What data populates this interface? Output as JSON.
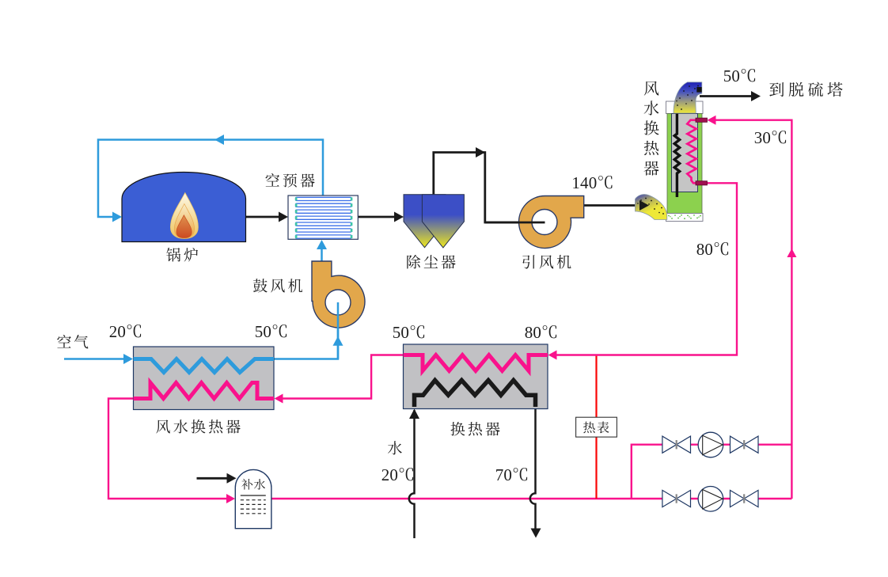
{
  "diagram": {
    "type": "process-flow",
    "subject": "boiler flue-gas waste-heat recovery system",
    "background": "#ffffff",
    "components": {
      "boiler": {
        "label": "锅炉"
      },
      "air_preheater": {
        "label": "空预器"
      },
      "dust_collector": {
        "label": "除尘器"
      },
      "induced_draft_fan": {
        "label": "引风机"
      },
      "forced_draft_fan": {
        "label": "鼓风机"
      },
      "gas_water_tower": {
        "label": "风水换热器"
      },
      "air_water_hx": {
        "label": "风水换热器"
      },
      "water_water_hx": {
        "label": "换热器"
      },
      "heat_meter": {
        "label": "热表"
      },
      "makeup_water_tank": {
        "label": "补水"
      },
      "pump": {
        "label": "pump-icon"
      },
      "valve": {
        "label": "valve-icon"
      }
    },
    "streams": {
      "air_inlet": {
        "label": "空气"
      },
      "tap_water_inlet": {
        "label": "水"
      },
      "to_desulfurization": {
        "label": "到脱硫塔"
      }
    },
    "temperatures": {
      "stack_gas_outlet": "50℃",
      "return_water": "30℃",
      "fan_outlet_gas": "140℃",
      "supply_water": "80℃",
      "air_in": "20℃",
      "air_out": "50℃",
      "hx_water_cold": "50℃",
      "hx_water_hot": "80℃",
      "tap_water_in": "20℃",
      "tap_water_out": "70℃"
    },
    "colors": {
      "air_line": "#2e9bdc",
      "flue_gas_line": "#1a1a1a",
      "hot_water_line": "#f9128c",
      "meter_line": "#fa0505",
      "boiler_fill": "#3b5ed4",
      "fan_fill": "#e2a74b",
      "tower_fill": "#8cd14e",
      "hx_fill": "#c1c1c4",
      "outline_navy": "#1f3864"
    }
  }
}
